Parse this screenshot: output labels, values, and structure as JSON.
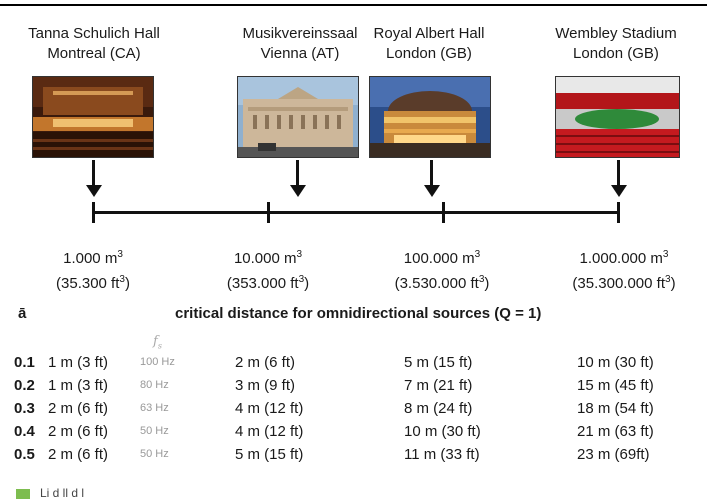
{
  "venues": [
    {
      "name": "Tanna Schulich Hall",
      "location": "Montreal (CA)",
      "volume_m3": "1.000 m",
      "volume_ft3": "(35.300 ft"
    },
    {
      "name": "Musikvereinssaal",
      "location": "Vienna (AT)",
      "volume_m3": "10.000 m",
      "volume_ft3": "(353.000 ft"
    },
    {
      "name": "Royal Albert Hall",
      "location": "London (GB)",
      "volume_m3": "100.000 m",
      "volume_ft3": "(3.530.000 ft"
    },
    {
      "name": "Wembley Stadium",
      "location": "London (GB)",
      "volume_m3": "1.000.000 m",
      "volume_ft3": "(35.300.000 ft"
    }
  ],
  "units": {
    "cube": "3",
    "close": ")"
  },
  "table": {
    "alpha_symbol": "ā",
    "title": "critical distance for omnidirectional sources (Q = 1)",
    "fs_symbol": "f",
    "fs_subscript": "s",
    "rows": [
      {
        "alpha": "0.1",
        "c1": "1 m (3 ft)",
        "freq": "100 Hz",
        "c2": "2 m (6 ft)",
        "c3": "5 m (15 ft)",
        "c4": "10 m (30 ft)"
      },
      {
        "alpha": "0.2",
        "c1": "1 m (3 ft)",
        "freq": "80 Hz",
        "c2": "3 m (9 ft)",
        "c3": "7 m (21 ft)",
        "c4": "15 m (45 ft)"
      },
      {
        "alpha": "0.3",
        "c1": "2 m (6 ft)",
        "freq": "63 Hz",
        "c2": "4 m (12 ft)",
        "c3": "8 m (24 ft)",
        "c4": "18 m (54 ft)"
      },
      {
        "alpha": "0.4",
        "c1": "2 m (6 ft)",
        "freq": "50 Hz",
        "c2": "4 m (12 ft)",
        "c3": "10 m (30 ft)",
        "c4": "21 m (63 ft)"
      },
      {
        "alpha": "0.5",
        "c1": "2 m (6 ft)",
        "freq": "50 Hz",
        "c2": "5 m (15 ft)",
        "c3": "11 m (33 ft)",
        "c4": "23 m (69ft)"
      }
    ]
  },
  "legend": {
    "text": "Li d ll d l",
    "color": "#7dbd4f"
  },
  "colors": {
    "line": "#111111",
    "muted": "#999999"
  }
}
